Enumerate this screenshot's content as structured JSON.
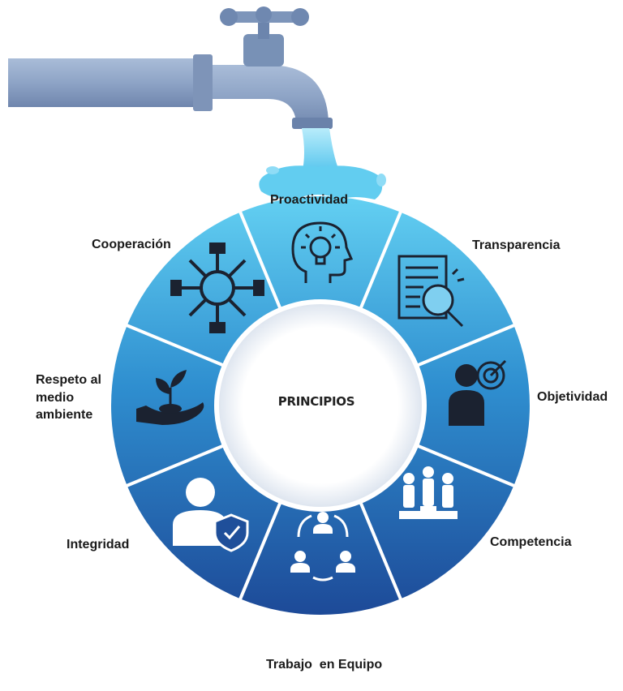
{
  "center": {
    "title": "PRINCIPIOS"
  },
  "principles": [
    {
      "id": "proactividad",
      "lines": [
        "Proactividad"
      ],
      "icon": "head-lightbulb-icon"
    },
    {
      "id": "transparencia",
      "lines": [
        "Transparencia"
      ],
      "icon": "document-magnifier-icon"
    },
    {
      "id": "objetividad",
      "lines": [
        "Objetividad"
      ],
      "icon": "person-target-icon"
    },
    {
      "id": "competencia",
      "lines": [
        "Competencia"
      ],
      "icon": "podium-people-icon"
    },
    {
      "id": "trabajo",
      "lines": [
        "Trabajo  en Equipo"
      ],
      "icon": "team-cycle-icon"
    },
    {
      "id": "integridad",
      "lines": [
        "Integridad"
      ],
      "icon": "person-shield-icon"
    },
    {
      "id": "respeto",
      "lines": [
        "Respeto al",
        "medio",
        "ambiente"
      ],
      "icon": "hand-sprout-icon"
    },
    {
      "id": "cooperacion",
      "lines": [
        "Cooperación"
      ],
      "icon": "linked-hands-icon"
    }
  ],
  "colors": {
    "ring_top": "#5fcdf0",
    "ring_bottom": "#1e4e9c",
    "pipe": "#8fa6c8",
    "faucet": "#6d87ad",
    "water": "#6fd3f2",
    "separator": "#ffffff"
  }
}
